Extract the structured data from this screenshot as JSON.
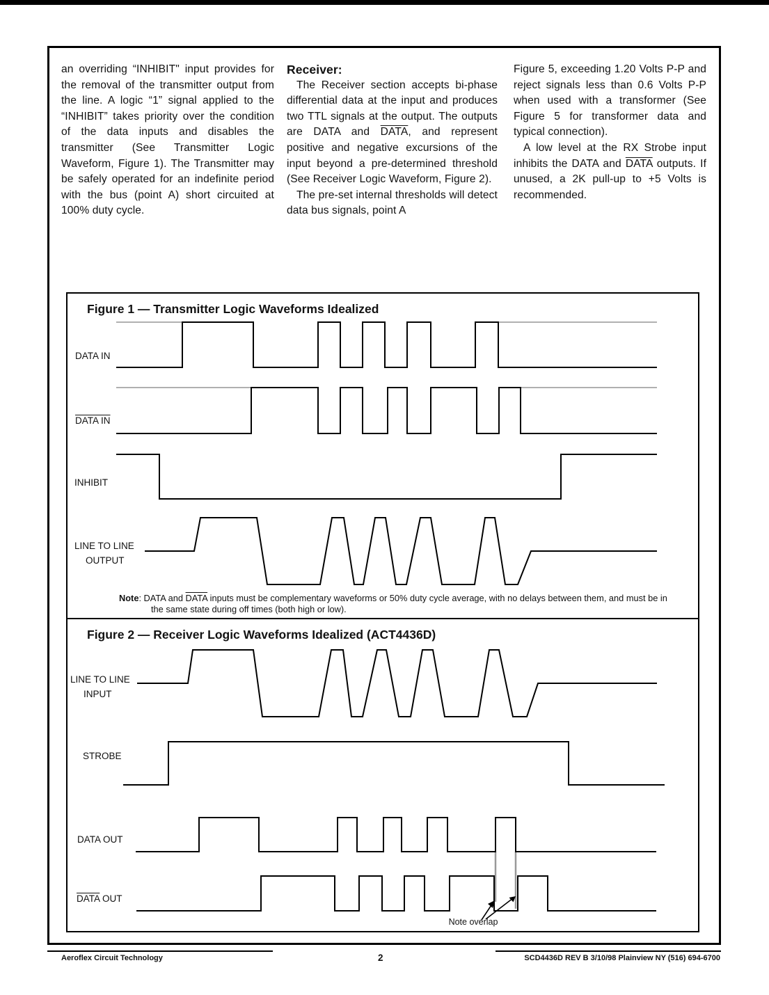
{
  "columns": {
    "col1": {
      "p1": "an overriding “INHIBIT\" input provides for the removal of the transmitter output from the line. A logic “1” signal applied to the “INHIBIT” takes priority over the condition of the data inputs and disables the transmitter (See Transmitter Logic Waveform, Figure 1). The Transmitter may be safely operated for an indefinite period with the bus (point A) short circuited at 100% duty cycle."
    },
    "col2": {
      "heading": "Receiver:",
      "p1_a": "The Receiver section accepts bi-phase differential data at the input and produces two TTL signals at the output. The outputs are DATA and ",
      "p1_bar": "DATA",
      "p1_b": ", and represent positive and negative excursions of the input beyond a pre-determined threshold (See Receiver Logic Waveform, Figure 2).",
      "p2": "The pre-set internal thresholds will detect data bus signals, point A"
    },
    "col3": {
      "p1": "Figure 5, exceeding 1.20 Volts P-P and reject signals less than 0.6 Volts P-P when used with a transformer (See Figure 5 for transformer data and typical connection).",
      "p2_a": "A low level at the RX Strobe input inhibits the DATA and ",
      "p2_bar": "DATA",
      "p2_b": " outputs. If unused, a 2K pull-up to +5 Volts is recommended."
    }
  },
  "figure1": {
    "title": "Figure 1 — Transmitter Logic Waveforms Idealized",
    "labels": {
      "row1": "DATA IN",
      "row2": "DATA IN",
      "row3": "INHIBIT",
      "row4_line1": "LINE TO LINE",
      "row4_line2": "OUTPUT"
    },
    "note_label": "Note",
    "note_a": ":  DATA and ",
    "note_bar": "DATA",
    "note_b": " inputs must be complementary waveforms or 50% duty cycle average, with no delays between them, and must be in the same state during off times (both high or low)."
  },
  "figure2": {
    "title": "Figure 2 — Receiver Logic Waveforms Idealized (ACT4436D)",
    "labels": {
      "row1_line1": "LINE TO LINE",
      "row1_line2": "INPUT",
      "row2": "STROBE",
      "row3": "DATA OUT",
      "row4_bar": "DATA",
      "row4_rest": " OUT"
    },
    "overlap_note": "Note overlap"
  },
  "footer": {
    "left": "Aeroflex Circuit Technology",
    "page": "2",
    "right": "SCD4436D REV B  3/10/98  Plainview NY (516) 694-6700"
  },
  "colors": {
    "ink": "#121212",
    "waveform": "#000000",
    "gray_reference": "#b0b0b0"
  }
}
